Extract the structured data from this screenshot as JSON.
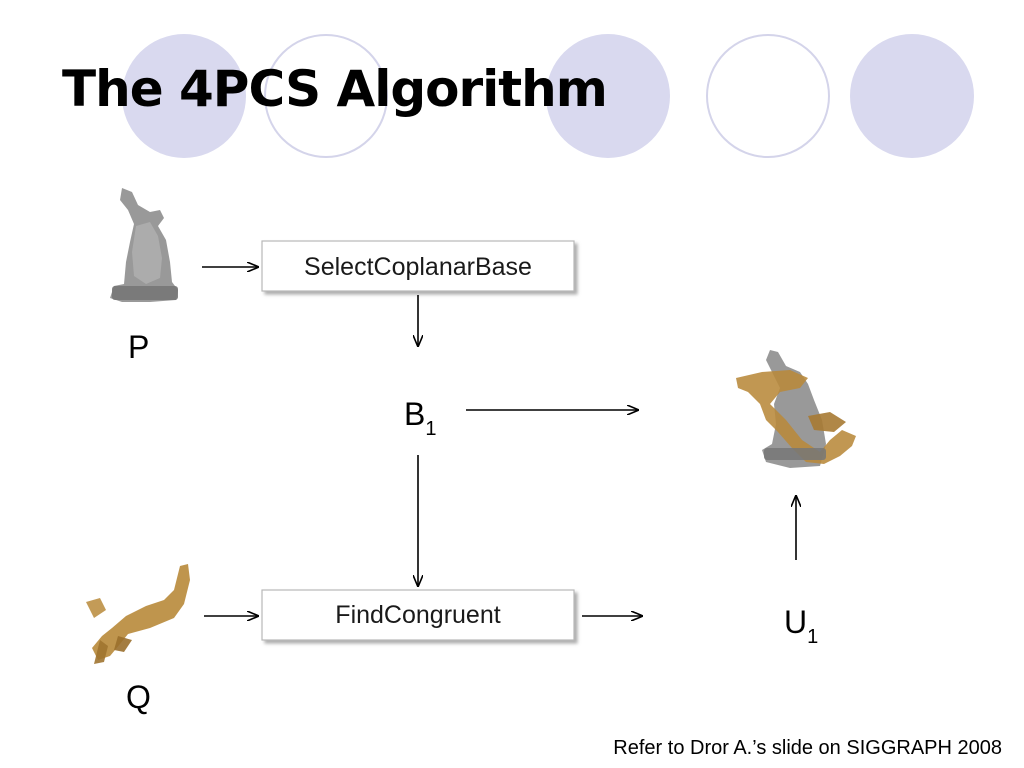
{
  "slide": {
    "title": "The 4PCS Algorithm",
    "credit": "Refer to Dror A.’s slide on SIGGRAPH 2008"
  },
  "diagram": {
    "boxes": {
      "select": "SelectCoplanarBase",
      "find": "FindCongruent"
    },
    "labels": {
      "p": "P",
      "q": "Q",
      "b_main": "B",
      "b_sub": "1",
      "u_main": "U",
      "u_sub": "1"
    }
  },
  "colors": {
    "deco_fill": "#d9d9ef",
    "deco_outline": "#d4d4ea",
    "point_cloud_gray": "#8a8a8a",
    "point_cloud_tan": "#b88a3a"
  }
}
